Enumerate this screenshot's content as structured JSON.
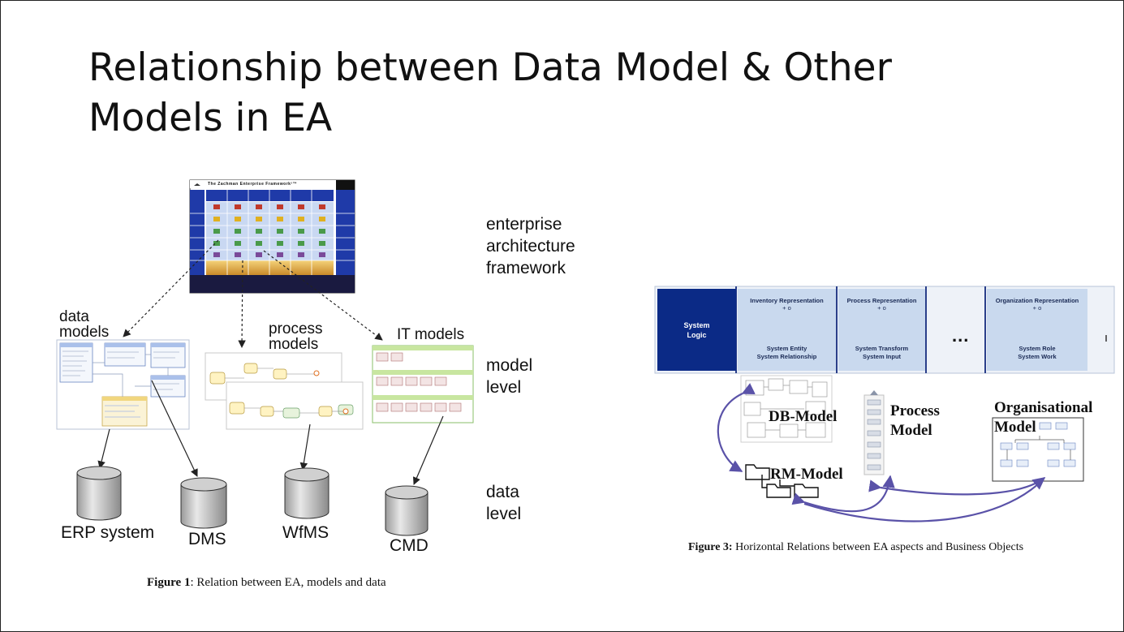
{
  "slide": {
    "title_line1": "Relationship between Data Model & Other",
    "title_line2": "Models in EA"
  },
  "figure1": {
    "zachman_title": "The Zachman Enterprise Framework²™",
    "layer_labels": {
      "framework": [
        "enterprise",
        "architecture",
        "framework"
      ],
      "model_level": [
        "model",
        "level"
      ],
      "data_level": [
        "data",
        "level"
      ]
    },
    "model_labels": {
      "data_models": [
        "data",
        "models"
      ],
      "process_models": [
        "process",
        "models"
      ],
      "it_models": "IT models"
    },
    "systems": [
      "ERP system",
      "DMS",
      "WfMS",
      "CMD"
    ],
    "caption_bold": "Figure 1",
    "caption_text": ": Relation between EA, models and data"
  },
  "figure3": {
    "system_logic": [
      "System",
      "Logic"
    ],
    "representations": [
      {
        "title": "Inventory Representation",
        "sub": "+ o",
        "line1": "System Entity",
        "line2": "System Relationship"
      },
      {
        "title": "Process Representation",
        "sub": "+ o",
        "line1": "System Transform",
        "line2": "System Input"
      },
      {
        "title": "Organization Representation",
        "sub": "+ o",
        "line1": "System Role",
        "line2": "System Work"
      }
    ],
    "ellipsis": "...",
    "models": {
      "db": "DB-Model",
      "rm": "RM-Model",
      "process": [
        "Process",
        "Model"
      ],
      "organisational": [
        "Organisational",
        "Model"
      ]
    },
    "caption_bold": "Figure 3:",
    "caption_text": " Horizontal Relations between EA aspects and Business Objects"
  },
  "colors": {
    "zachman_blue": "#1f3aa8",
    "system_logic_navy": "#0b2a86",
    "rep_blue": "#c9d9ee",
    "arrow_purple": "#5a52a8",
    "it_model_green": "#c8e6a0"
  }
}
